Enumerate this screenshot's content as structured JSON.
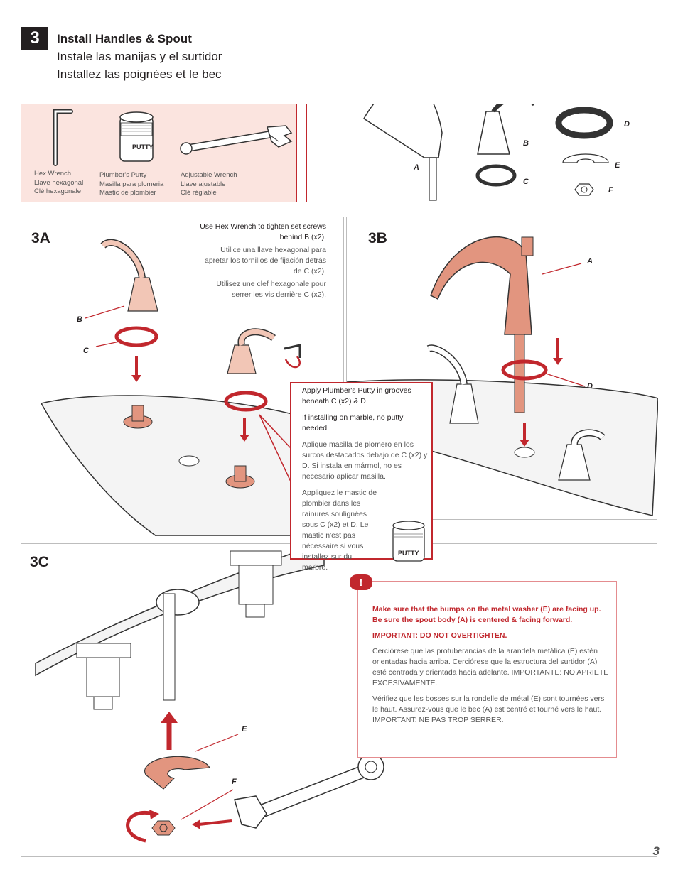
{
  "step": {
    "number": "3",
    "title_en": "Install Handles & Spout",
    "title_es": "Instale las manijas y el surtidor",
    "title_fr": "Installez las poignées et le bec"
  },
  "tools": [
    {
      "en": "Hex Wrench",
      "es": "Llave hexagonal",
      "fr": "Clé hexagonale"
    },
    {
      "en": "Plumber's Putty",
      "es": "Masilla para plomeria",
      "fr": "Mastic de plombier"
    },
    {
      "en": "Adjustable Wrench",
      "es": "Llave ajustable",
      "fr": "Clé réglable"
    }
  ],
  "putty_label": "PUTTY",
  "parts_letters": {
    "a": "A",
    "b": "B",
    "c": "C",
    "d": "D",
    "e": "E",
    "f": "F"
  },
  "panel_3a": {
    "label": "3A",
    "note_en": "Use Hex Wrench to tighten set screws behind B (x2).",
    "note_es": "Utilice una llave hexagonal para apretar los tornillos de fijación detrás de C (x2).",
    "note_fr": "Utilisez une clef hexagonale pour serrer les vis derrière C (x2).",
    "letter_b": "B",
    "letter_c": "C"
  },
  "panel_3b": {
    "label": "3B",
    "letter_a": "A",
    "letter_d": "D"
  },
  "panel_3c": {
    "label": "3C",
    "letter_e": "E",
    "letter_f": "F"
  },
  "callout": {
    "en1": "Apply Plumber's Putty in grooves beneath C (x2) & D.",
    "en2": "If installing on marble, no putty needed.",
    "es": "Aplique masilla de plomero en los surcos destacados debajo de C (x2) y D. Si instala en mármol, no es necesario aplicar masilla.",
    "fr": "Appliquez le mastic de plombier dans les rainures soulignées sous C (x2) et D. Le mastic n'est pas nécessaire si vous installez sur du marbre."
  },
  "warning": {
    "icon": "!",
    "en": "Make sure that the bumps on the metal washer (E) are facing up. Be sure the spout body (A) is centered & facing forward.",
    "important": "IMPORTANT: DO NOT OVERTIGHTEN.",
    "es": "Cerciórese que las protuberancias de la arandela metálica (E) estén orientadas hacia arriba. Cerciórese que la estructura del surtidor (A) esté centrada y orientada hacia adelante. IMPORTANTE: NO APRIETE EXCESIVAMENTE.",
    "fr": "Vérifiez que les bosses sur la rondelle de métal (E) sont tournées vers le haut. Assurez-vous que le bec (A) est centré et tourné vers le haut. IMPORTANT: NE PAS TROP SERRER."
  },
  "page_number": "3",
  "colors": {
    "accent": "#c1272d",
    "copper": "#e2957f",
    "pink": "#f2c6b6",
    "tools_bg": "#fbe4df"
  }
}
